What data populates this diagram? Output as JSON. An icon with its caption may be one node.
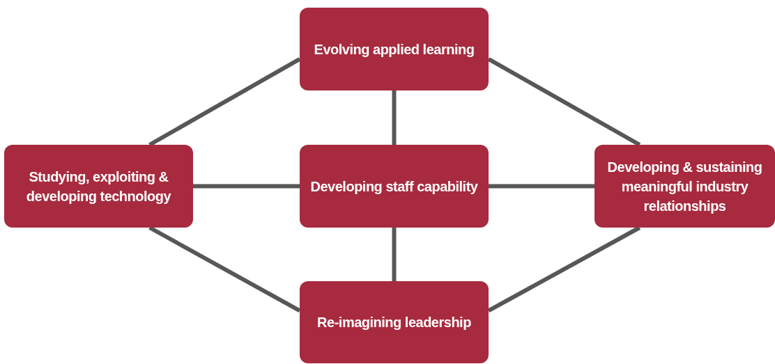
{
  "diagram": {
    "nodes": [
      {
        "text": [
          "Evolving applied learning"
        ]
      },
      {
        "text": [
          "Studying, exploiting & developing technology"
        ]
      },
      {
        "text": [
          "Developing staff capability"
        ]
      },
      {
        "text": [
          "Developing & sustaining meaningful industry relationships"
        ]
      },
      {
        "text": [
          "Re-imagining leadership"
        ]
      }
    ],
    "edges": [
      {
        "from": 2,
        "to": 0,
        "arrow": "none"
      },
      {
        "from": 2,
        "to": 1,
        "arrow": "none"
      },
      {
        "from": 2,
        "to": 3,
        "arrow": "none"
      },
      {
        "from": 2,
        "to": 4,
        "arrow": "none"
      },
      {
        "from": 1,
        "to": 0,
        "arrow": "none"
      },
      {
        "from": 0,
        "to": 3,
        "arrow": "none"
      },
      {
        "from": 1,
        "to": 4,
        "arrow": "none"
      },
      {
        "from": 4,
        "to": 3,
        "arrow": "none"
      }
    ]
  }
}
